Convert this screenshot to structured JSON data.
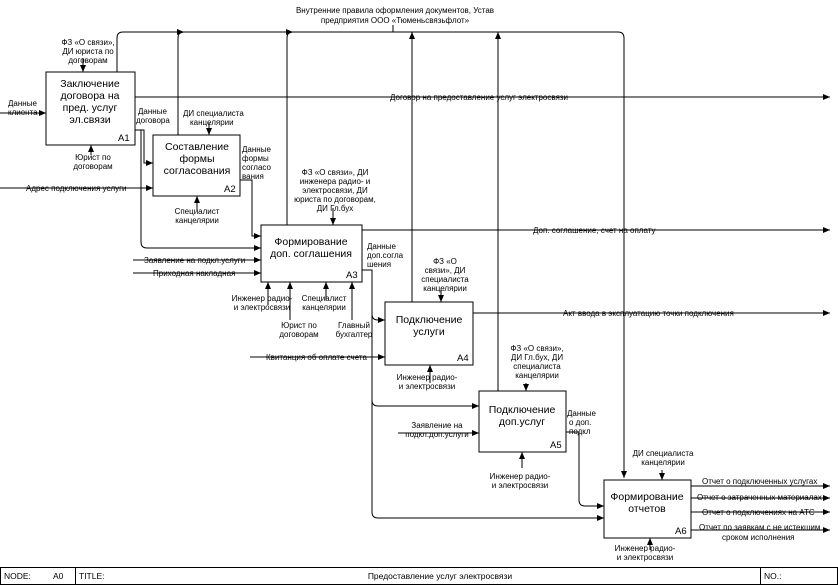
{
  "header": {
    "controls": [
      "Внутренние правила оформления документов, Устав",
      "предприятия ООО «Тюменьсвязьфлот»"
    ]
  },
  "boxes": [
    {
      "lines": [
        "Заключение",
        "договора на",
        "пред. услуг",
        "эл.связи"
      ],
      "num": "A1"
    },
    {
      "lines": [
        "Составление",
        "формы",
        "согласования"
      ],
      "num": "A2"
    },
    {
      "lines": [
        "Формирование",
        "доп. соглашения"
      ],
      "num": "A3"
    },
    {
      "lines": [
        "Подключение",
        "услуги"
      ],
      "num": "A4"
    },
    {
      "lines": [
        "Подключение",
        "доп.услуг"
      ],
      "num": "A5"
    },
    {
      "lines": [
        "Формирование",
        "отчетов"
      ],
      "num": "A6"
    }
  ],
  "arrows": {
    "client_data": [
      "Данные",
      "клиента"
    ],
    "a1_controls": [
      "ФЗ «О связи»,",
      "ДИ юриста по",
      "договорам"
    ],
    "contract_out": "Договор на предоставление услуг электросвязи",
    "lawyer": [
      "Юрист по",
      "договорам"
    ],
    "contract_data": [
      "Данные",
      "договора"
    ],
    "a2_control": [
      "ДИ специалиста",
      "канцелярии"
    ],
    "a2_out": [
      "Данные",
      "формы",
      "согласо",
      "вания"
    ],
    "address": "Адрес подключения услуги",
    "a2_mech": [
      "Специалист",
      "канцелярии"
    ],
    "a3_control": [
      "ФЗ «О связи», ДИ",
      "инженера радио- и",
      "электросвязи, ДИ",
      "юриста по договорам,",
      "ДИ Гл.бух"
    ],
    "a3_out_main": "Доп. соглашение, счет на оплату",
    "a3_app": "Заявление на подкл.услуги",
    "invoice": "Приходная накладная",
    "a3_data_out": [
      "Данные",
      "доп.согла",
      "шения"
    ],
    "a4_control": [
      "ФЗ «О",
      "связи», ДИ",
      "специалиста",
      "канцелярии"
    ],
    "act": "Акт ввода в эксплуатацию точки подключения",
    "a3_mech_eng": [
      "Инженер радио-",
      "и электросвязи"
    ],
    "a3_mech_spec": [
      "Специалист",
      "канцелярии"
    ],
    "a3_mech_law": [
      "Юрист по",
      "договорам"
    ],
    "a3_mech_acc": [
      "Главный",
      "бухгалтер"
    ],
    "receipt": "Квитанция об оплате счета",
    "a4_mech": [
      "Инженер радио-",
      "и электросвязи"
    ],
    "a5_control": [
      "ФЗ «О связи»,",
      "ДИ Гл.бух, ДИ",
      "специалиста",
      "канцелярии"
    ],
    "a5_app": [
      "Заявление на",
      "подкл.доп.услуги"
    ],
    "a5_out": [
      "Данные",
      "о доп.",
      "подкл"
    ],
    "a5_mech": [
      "Инженер радио-",
      "и электросвязи"
    ],
    "a6_control": [
      "ДИ специалиста",
      "канцелярии"
    ],
    "a6_outputs": [
      "Отчет о подключенных услугах",
      "Отчет о затраченных материалах",
      "Отчет о подключениях на АТС",
      "Отчет по заявкам с не истекшим",
      "сроком исполнения"
    ],
    "a6_mech": [
      "Инженер радио-",
      "и электросвязи"
    ]
  },
  "footer": {
    "node_label": "NODE:",
    "node_value": "A0",
    "title_label": "TITLE:",
    "title_value": "Предоставление услуг электросвязи",
    "no_label": "NO.:"
  }
}
